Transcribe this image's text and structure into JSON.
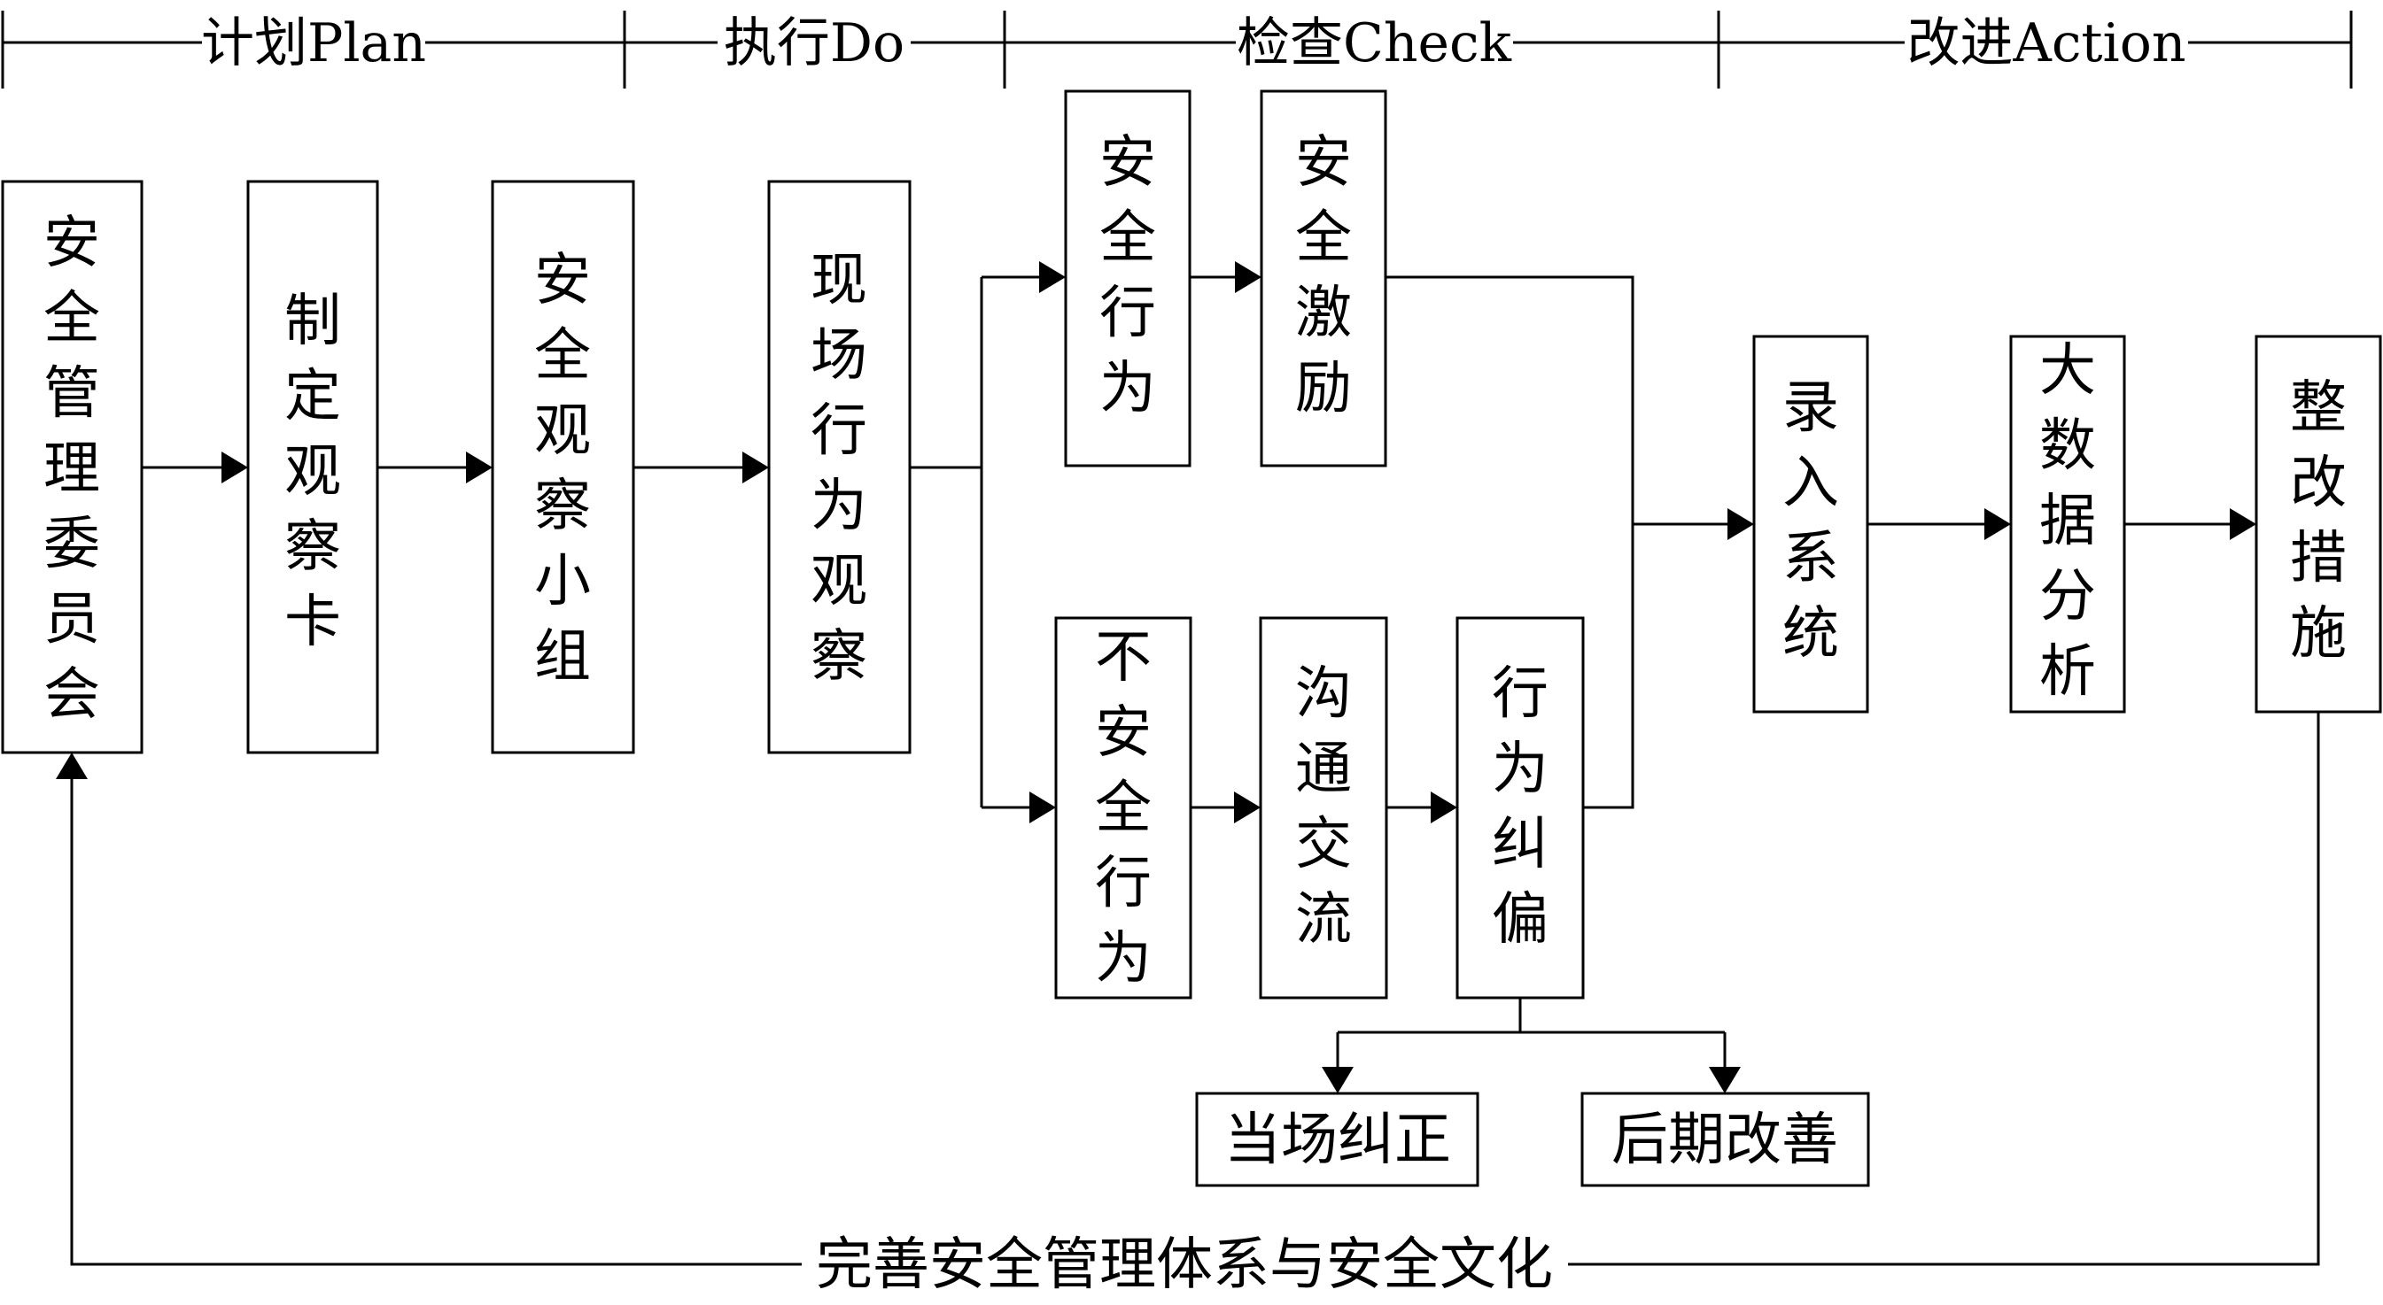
{
  "phases": [
    {
      "label": "计划Plan"
    },
    {
      "label": "执行Do"
    },
    {
      "label": "检查Check"
    },
    {
      "label": "改进Action"
    }
  ],
  "boxes": {
    "committee": "安全管理委员会",
    "observation_card": "制定观察卡",
    "observation_team": "安全观察小组",
    "field_observation": "现场行为观察",
    "safe_behavior": "安全行为",
    "safety_incentive": "安全激励",
    "unsafe_behavior": "不安全行为",
    "communication": "沟通交流",
    "behavior_correction": "行为纠偏",
    "immediate_correction": "当场纠正",
    "later_improvement": "后期改善",
    "system_entry": "录入系统",
    "big_data_analysis": "大数据分析",
    "rectification": "整改措施"
  },
  "feedback_label": "完善安全管理体系与安全文化",
  "colors": {
    "stroke": "#000000",
    "background": "#ffffff"
  }
}
